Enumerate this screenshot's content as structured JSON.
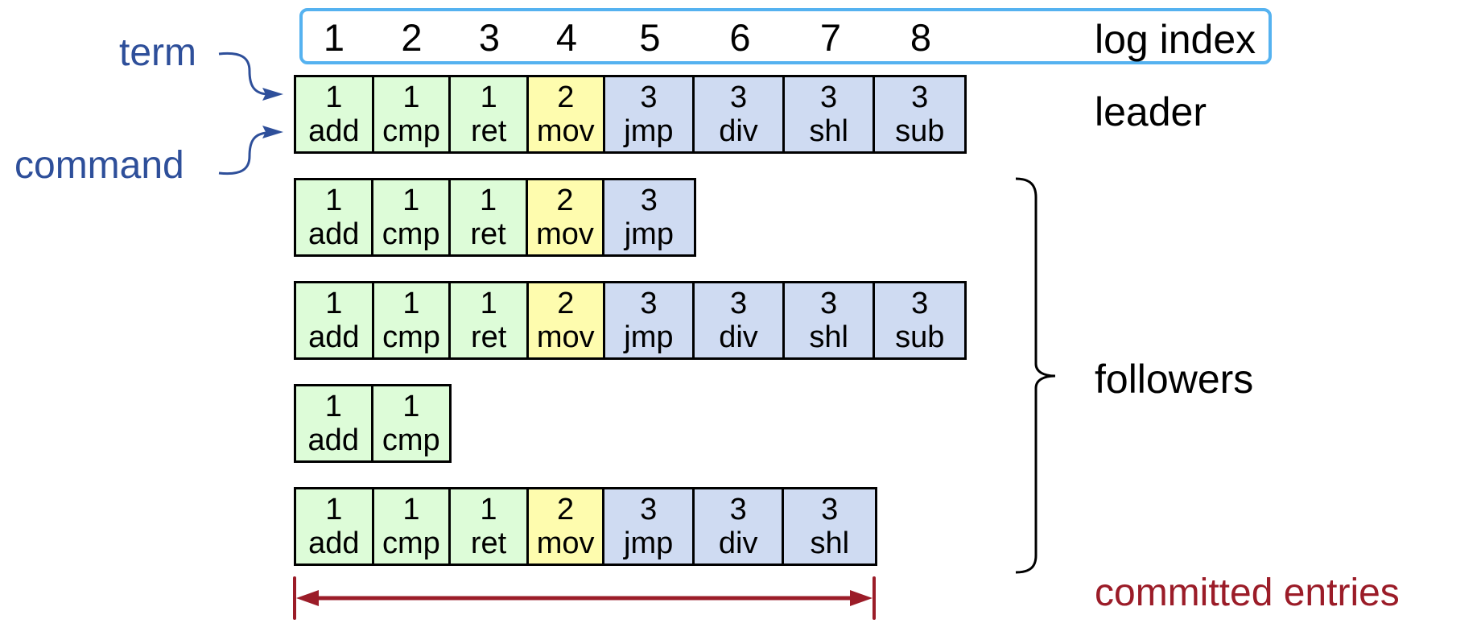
{
  "colors": {
    "term1": "#ddfcd8",
    "term2": "#fefcae",
    "term3": "#cfdbf2",
    "index_box": "#55b2f0",
    "annotation": "#2e4f9a",
    "committed": "#9b1c28"
  },
  "log_index": {
    "label": "log index",
    "indices": [
      "1",
      "2",
      "3",
      "4",
      "5",
      "6",
      "7",
      "8"
    ]
  },
  "annotations": {
    "term": "term",
    "command": "command"
  },
  "labels": {
    "leader": "leader",
    "followers": "followers",
    "committed": "committed entries"
  },
  "committed_through_index": 7,
  "logs": [
    {
      "role": "leader",
      "entries": [
        {
          "term": "1",
          "cmd": "add"
        },
        {
          "term": "1",
          "cmd": "cmp"
        },
        {
          "term": "1",
          "cmd": "ret"
        },
        {
          "term": "2",
          "cmd": "mov"
        },
        {
          "term": "3",
          "cmd": "jmp"
        },
        {
          "term": "3",
          "cmd": "div"
        },
        {
          "term": "3",
          "cmd": "shl"
        },
        {
          "term": "3",
          "cmd": "sub"
        }
      ]
    },
    {
      "role": "follower",
      "entries": [
        {
          "term": "1",
          "cmd": "add"
        },
        {
          "term": "1",
          "cmd": "cmp"
        },
        {
          "term": "1",
          "cmd": "ret"
        },
        {
          "term": "2",
          "cmd": "mov"
        },
        {
          "term": "3",
          "cmd": "jmp"
        }
      ]
    },
    {
      "role": "follower",
      "entries": [
        {
          "term": "1",
          "cmd": "add"
        },
        {
          "term": "1",
          "cmd": "cmp"
        },
        {
          "term": "1",
          "cmd": "ret"
        },
        {
          "term": "2",
          "cmd": "mov"
        },
        {
          "term": "3",
          "cmd": "jmp"
        },
        {
          "term": "3",
          "cmd": "div"
        },
        {
          "term": "3",
          "cmd": "shl"
        },
        {
          "term": "3",
          "cmd": "sub"
        }
      ]
    },
    {
      "role": "follower",
      "entries": [
        {
          "term": "1",
          "cmd": "add"
        },
        {
          "term": "1",
          "cmd": "cmp"
        }
      ]
    },
    {
      "role": "follower",
      "entries": [
        {
          "term": "1",
          "cmd": "add"
        },
        {
          "term": "1",
          "cmd": "cmp"
        },
        {
          "term": "1",
          "cmd": "ret"
        },
        {
          "term": "2",
          "cmd": "mov"
        },
        {
          "term": "3",
          "cmd": "jmp"
        },
        {
          "term": "3",
          "cmd": "div"
        },
        {
          "term": "3",
          "cmd": "shl"
        }
      ]
    }
  ]
}
